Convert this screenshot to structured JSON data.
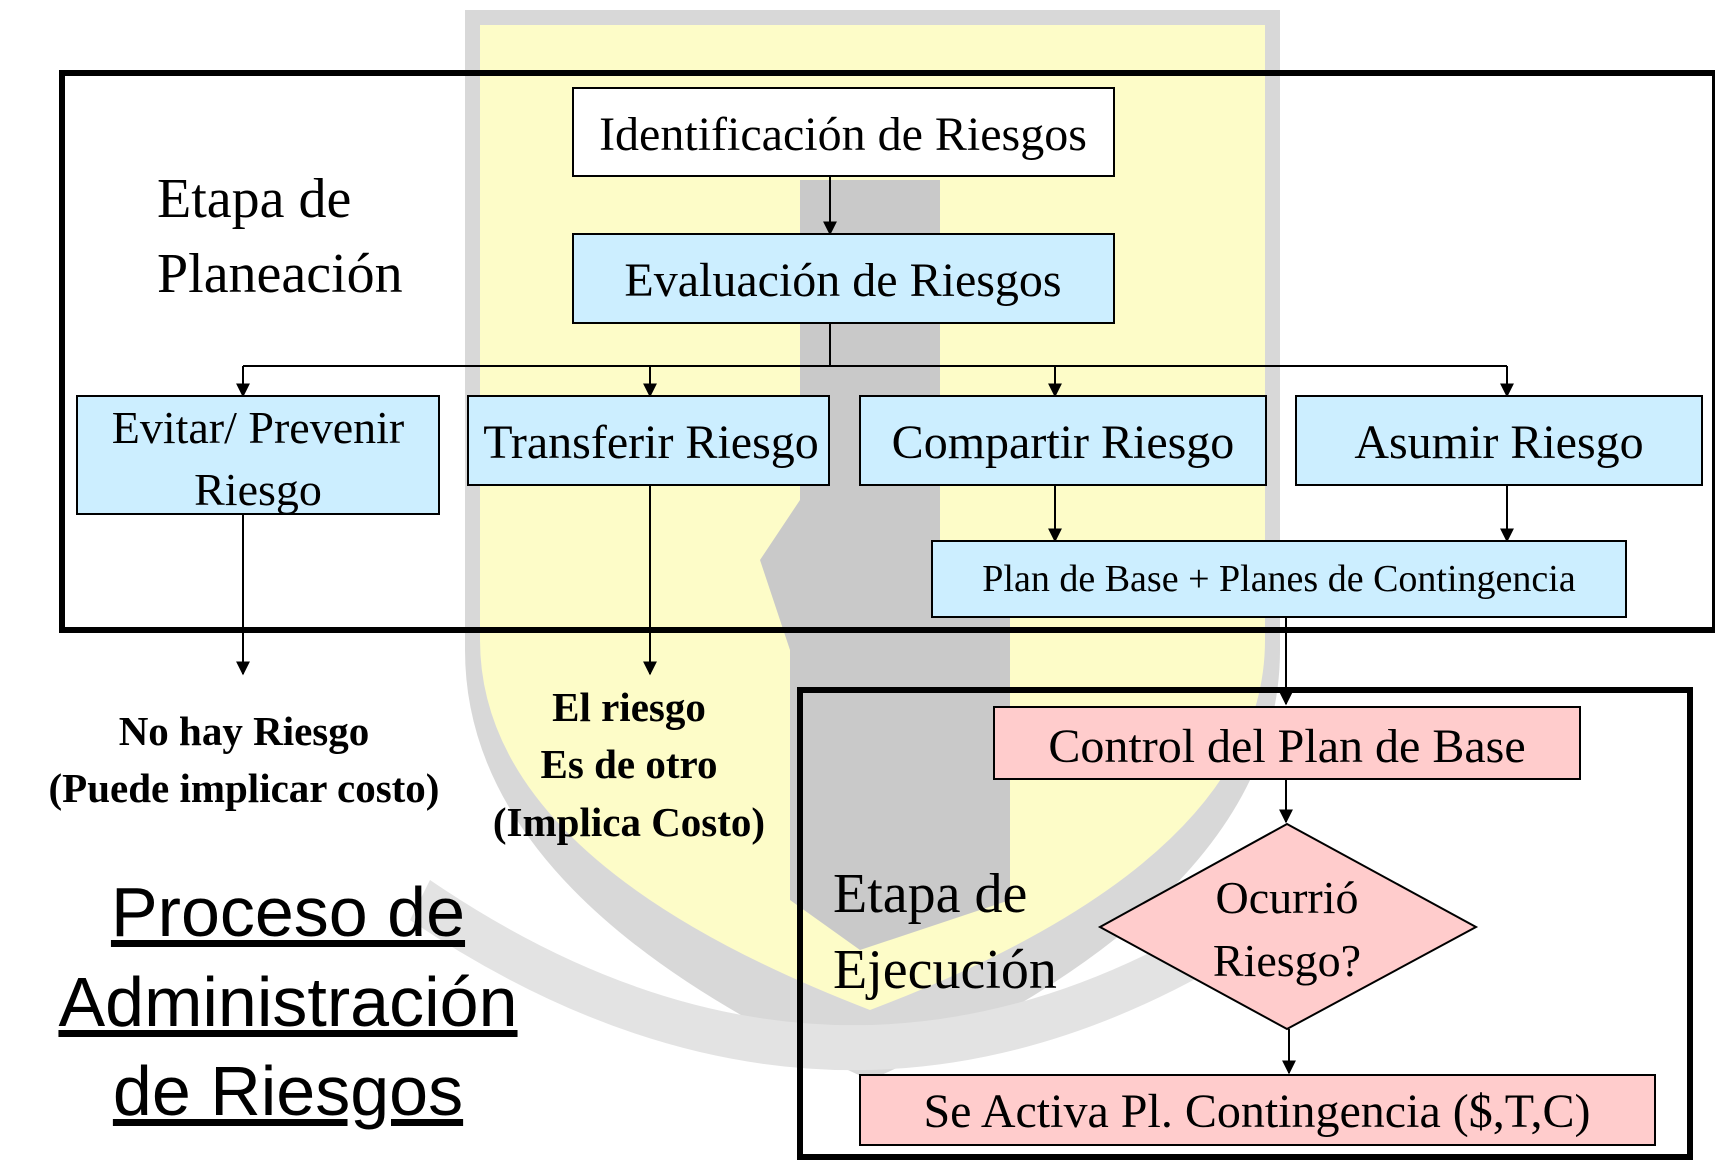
{
  "colors": {
    "box_blue": "#cceeff",
    "box_pink": "#ffcccc",
    "box_white": "#ffffff",
    "watermark_yellow": "#fdfcc8",
    "watermark_gray": "#cfcfcf"
  },
  "planning": {
    "label_line1": "Etapa de",
    "label_line2": "Planeación",
    "identification": "Identificación de Riesgos",
    "evaluation": "Evaluación de Riesgos",
    "avoid_line1": "Evitar/ Prevenir",
    "avoid_line2": "Riesgo",
    "transfer": "Transferir Riesgo",
    "share": "Compartir Riesgo",
    "assume": "Asumir Riesgo",
    "base_plan": "Plan de Base  + Planes de Contingencia"
  },
  "outcomes": {
    "avoid_line1": "No hay Riesgo",
    "avoid_line2": "(Puede implicar costo)",
    "transfer_line1": "El riesgo",
    "transfer_line2": "Es de otro",
    "transfer_line3": "(Implica Costo)"
  },
  "execution": {
    "label_line1": "Etapa de",
    "label_line2": "Ejecución",
    "control": "Control del Plan de Base",
    "decision_line1": "Ocurrió",
    "decision_line2": "Riesgo?",
    "activate": "Se Activa Pl. Contingencia ($,T,C)"
  },
  "title": {
    "line1": "Proceso de",
    "line2": "Administración",
    "line3": "de Riesgos"
  }
}
